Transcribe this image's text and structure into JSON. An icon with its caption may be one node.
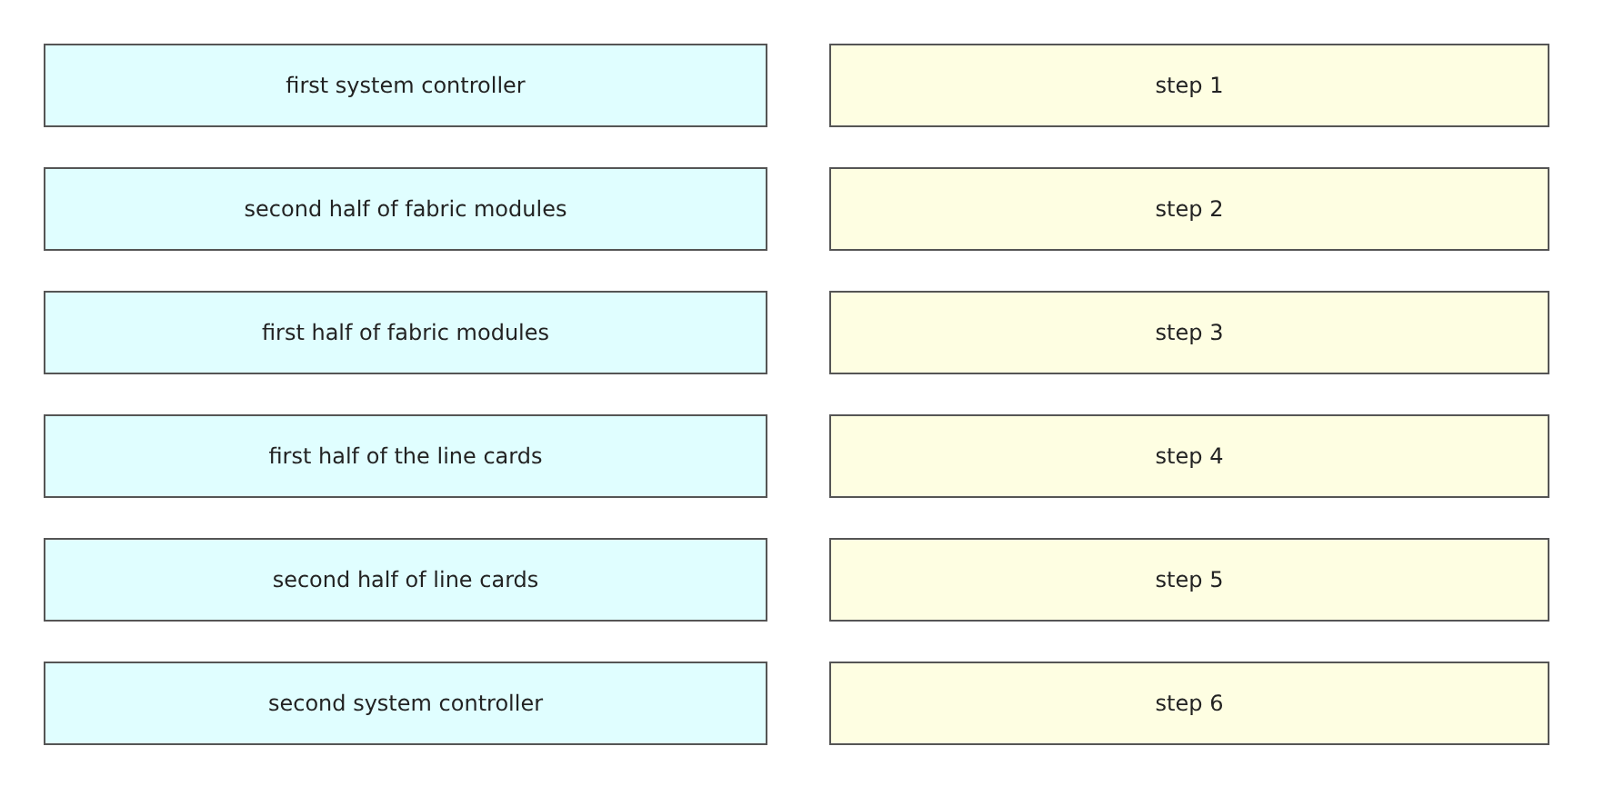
{
  "diagram": {
    "nodes": [
      {
        "text": [
          "first system controller"
        ]
      },
      {
        "text": [
          "step 1"
        ]
      },
      {
        "text": [
          "second half of fabric modules"
        ]
      },
      {
        "text": [
          "step 2"
        ]
      },
      {
        "text": [
          "first half of fabric modules"
        ]
      },
      {
        "text": [
          "step 3"
        ]
      },
      {
        "text": [
          "first half of the line cards"
        ]
      },
      {
        "text": [
          "step 4"
        ]
      },
      {
        "text": [
          "second half of line cards"
        ]
      },
      {
        "text": [
          "step 5"
        ]
      },
      {
        "text": [
          "second system controller"
        ]
      },
      {
        "text": [
          "step 6"
        ]
      }
    ]
  }
}
